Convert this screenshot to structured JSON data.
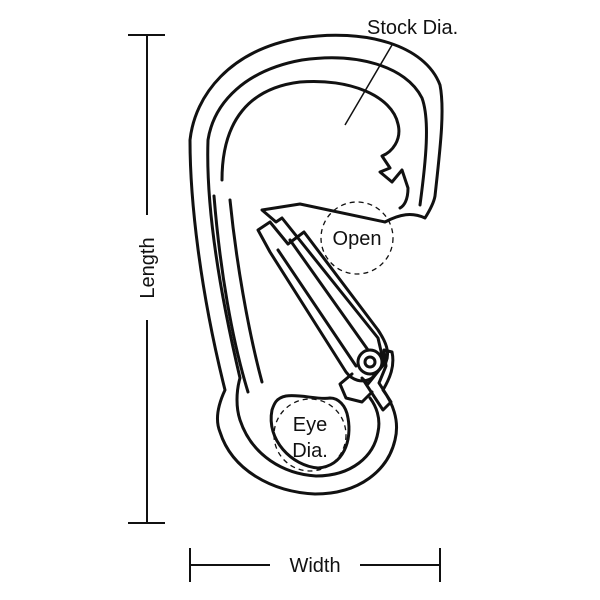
{
  "labels": {
    "stock_dia": "Stock Dia.",
    "open": "Open",
    "eye_line1": "Eye",
    "eye_line2": "Dia.",
    "length": "Length",
    "width": "Width"
  },
  "colors": {
    "stroke": "#111111",
    "background": "#ffffff"
  }
}
